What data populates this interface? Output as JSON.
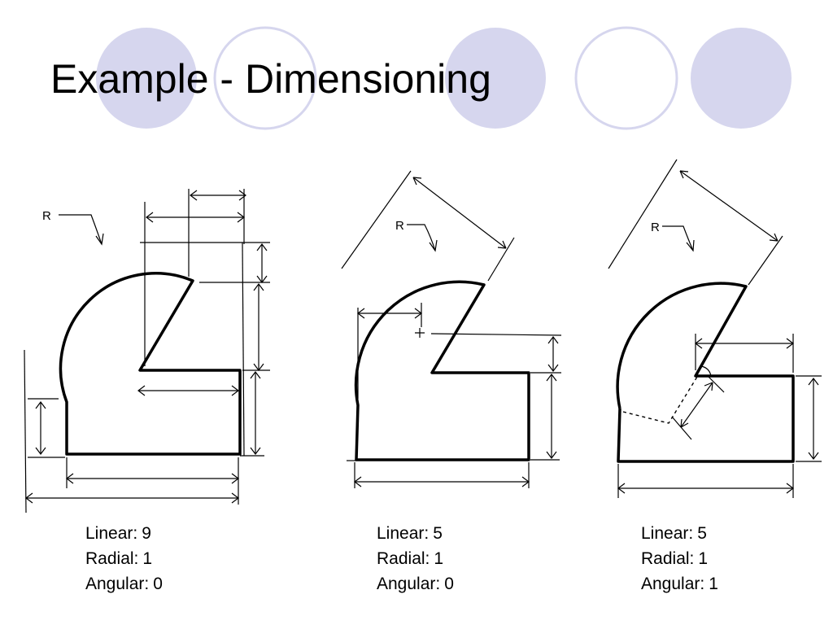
{
  "slide": {
    "title": "Example - Dimensioning",
    "colors": {
      "circle_fill": "#d6d6ee",
      "circle_outline": "#d6d6ee",
      "text": "#000000",
      "outline": "#000000"
    }
  },
  "figures": [
    {
      "radius_note": "R",
      "caption": {
        "linear_label": "Linear:",
        "linear": "9",
        "radial_label": "Radial:",
        "radial": "1",
        "angular_label": "Angular:",
        "angular": "0"
      }
    },
    {
      "radius_note": "R",
      "caption": {
        "linear_label": "Linear:",
        "linear": "5",
        "radial_label": "Radial:",
        "radial": "1",
        "angular_label": "Angular:",
        "angular": "0"
      }
    },
    {
      "radius_note": "R",
      "caption": {
        "linear_label": "Linear:",
        "linear": "5",
        "radial_label": "Radial:",
        "radial": "1",
        "angular_label": "Angular:",
        "angular": "1"
      }
    }
  ]
}
